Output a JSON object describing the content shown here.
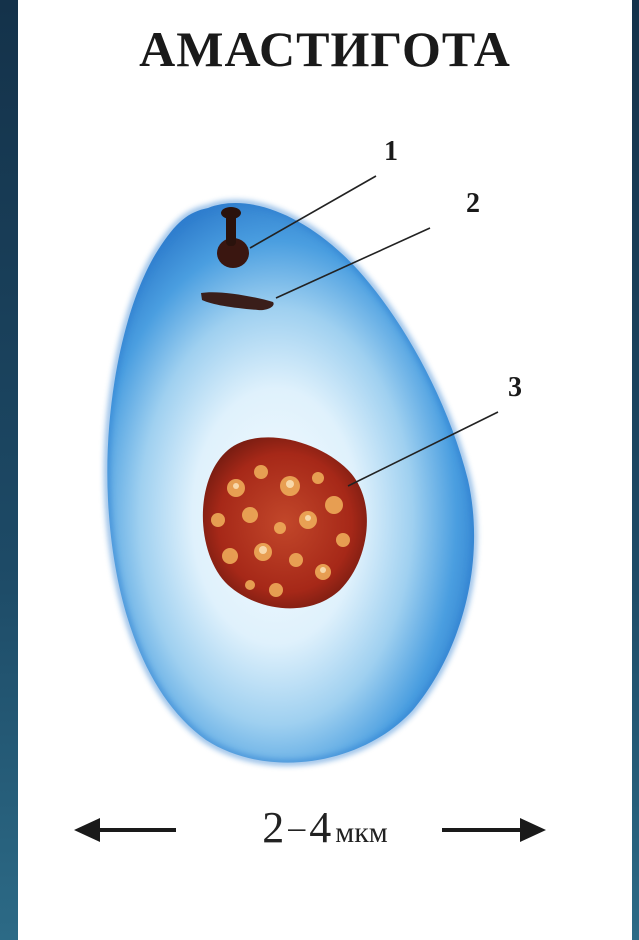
{
  "title": "АМАСТИГОТА",
  "callouts": [
    {
      "number": "1"
    },
    {
      "number": "2"
    },
    {
      "number": "3"
    }
  ],
  "scale": {
    "from": "2",
    "separator": "–",
    "to": "4",
    "unit": "мкм"
  },
  "colors": {
    "background": "#1d4563",
    "panel": "#ffffff",
    "cytoplasm_edge": "#2e7fd0",
    "cytoplasm_light": "#e3f2fc",
    "nucleus": "#a9261a",
    "kinetoplast": "#3a1610",
    "text": "#1a1a1a"
  }
}
